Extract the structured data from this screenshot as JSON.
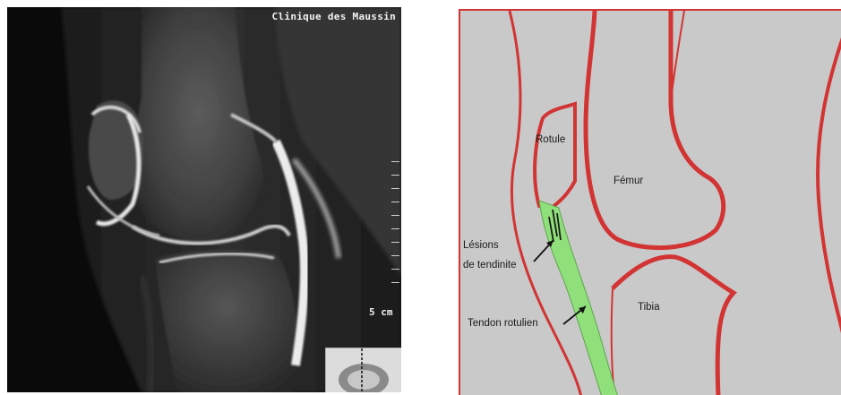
{
  "mri": {
    "clinic_label": "Clinique des Maussin",
    "scale_label": "5 cm"
  },
  "schema": {
    "labels": {
      "rotule": "Rotule",
      "femur": "Fémur",
      "tibia": "Tibia",
      "lesions_line1": "Lésions",
      "lesions_line2": "de tendinite",
      "tendon": "Tendon rotulien"
    },
    "colors": {
      "background": "#c9c9c9",
      "bone_outline": "#d23434",
      "tendon_fill": "#8fe07a",
      "arrow": "#111111"
    }
  }
}
